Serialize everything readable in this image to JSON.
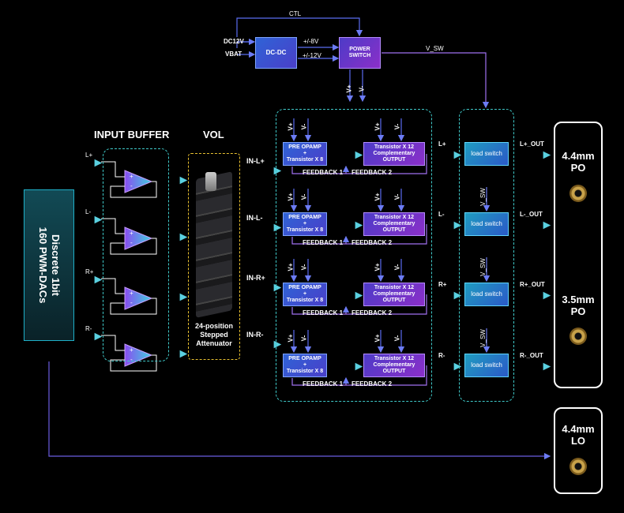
{
  "top": {
    "ctl": "CTL",
    "dc12v": "DC12V",
    "vbat": "VBAT",
    "dcdc": "DC-DC",
    "v8": "+/-8V",
    "v12": "+/-12V",
    "power_switch": [
      "POWER",
      "SWITCH"
    ],
    "v_sw": "V_SW",
    "vplus": "V+",
    "vminus": "V-"
  },
  "headers": {
    "input_buffer": "INPUT BUFFER",
    "vol": "VOL"
  },
  "dac": {
    "line1": "Discrete 1bit",
    "line2": "160 PWM-DACs"
  },
  "channels": [
    {
      "in": "L+",
      "vol_out": "IN-L+",
      "amp_out": "L+",
      "switch_out": "L+_OUT"
    },
    {
      "in": "L-",
      "vol_out": "IN-L-",
      "amp_out": "L-",
      "switch_out": "L-_OUT"
    },
    {
      "in": "R+",
      "vol_out": "IN-R+",
      "amp_out": "R+",
      "switch_out": "R+_OUT"
    },
    {
      "in": "R-",
      "vol_out": "IN-R-",
      "amp_out": "R-",
      "switch_out": "R-_OUT"
    }
  ],
  "opamp_symbols": {
    "plus": "+",
    "minus": "-"
  },
  "attenuator": [
    "24-position",
    "Stepped",
    "Attenuator"
  ],
  "pre_opamp": [
    "PRE OPAMP",
    "+",
    "Transistor X 8"
  ],
  "output_stage": [
    "Transistor X 12",
    "Complementary",
    "OUTPUT"
  ],
  "feedback1": "FEEDBACK 1",
  "feedback2": "FEEDBACK 2",
  "load_switch": "load switch",
  "outputs": [
    {
      "line1": "4.4mm",
      "line2": "PO"
    },
    {
      "line1": "3.5mm",
      "line2": "PO"
    },
    {
      "line1": "4.4mm",
      "line2": "LO"
    }
  ],
  "colors": {
    "cyan_dash": "#3fc9c9",
    "purple_dash": "#a070f0",
    "yellow_dash": "#e8c030",
    "arrow_grad_start": "#8a4df0",
    "arrow_grad_end": "#40d0e0",
    "vsupply": "#5a6cf0"
  }
}
